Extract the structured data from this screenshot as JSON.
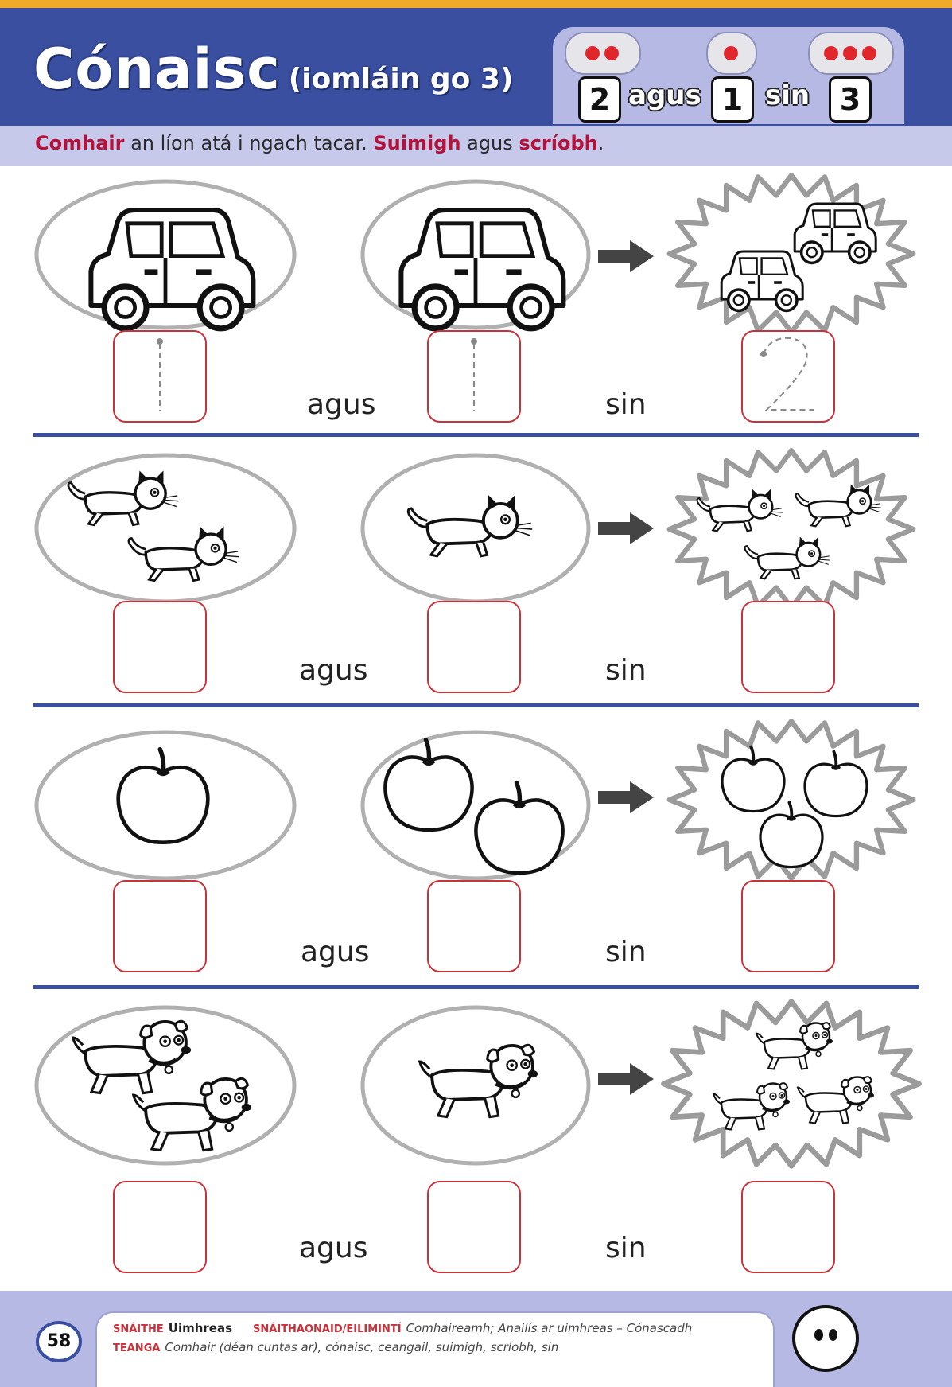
{
  "header": {
    "title": "Cónaisc",
    "subtitle": "(iomláin go 3)",
    "example": {
      "first_number": "2",
      "connector": "agus",
      "second_number": "1",
      "result_word": "sin",
      "result_number": "3",
      "dots": [
        2,
        1,
        3
      ],
      "dot_color": "#e0282c"
    }
  },
  "instruction": {
    "part1": "Comhair",
    "part2": " an líon atá i ngach tacar. ",
    "part3": "Suimigh",
    "part4": " agus ",
    "part5": "scríobh",
    "part6": "."
  },
  "rows": [
    {
      "object": "car",
      "left_count": 1,
      "right_count": 1,
      "total": 2,
      "word1": "agus",
      "word2": "sin",
      "traced": [
        "1",
        "1",
        "2"
      ]
    },
    {
      "object": "cat",
      "left_count": 2,
      "right_count": 1,
      "total": 3,
      "word1": "agus",
      "word2": "sin"
    },
    {
      "object": "apple",
      "left_count": 1,
      "right_count": 2,
      "total": 3,
      "word1": "agus",
      "word2": "sin"
    },
    {
      "object": "dog",
      "left_count": 2,
      "right_count": 1,
      "total": 3,
      "word1": "agus",
      "word2": "sin"
    }
  ],
  "footer": {
    "page_number": "58",
    "strand_label": "SNÁITHE",
    "strand": "Uimhreas",
    "strand_unit_label": "SNÁITHAONAID/EILIMINTÍ",
    "strand_unit": "Comhaireamh; Anailís ar uimhreas – Cónascadh",
    "language_label": "TEANGA",
    "language": "Comhair (déan cuntas ar), cónaisc, ceangail, suimigh, scríobh, sin"
  },
  "colors": {
    "header_blue": "#3a4fa0",
    "accent_red": "#b4123a",
    "box_red": "#c8323a",
    "band_lilac": "#c7c9eb"
  }
}
